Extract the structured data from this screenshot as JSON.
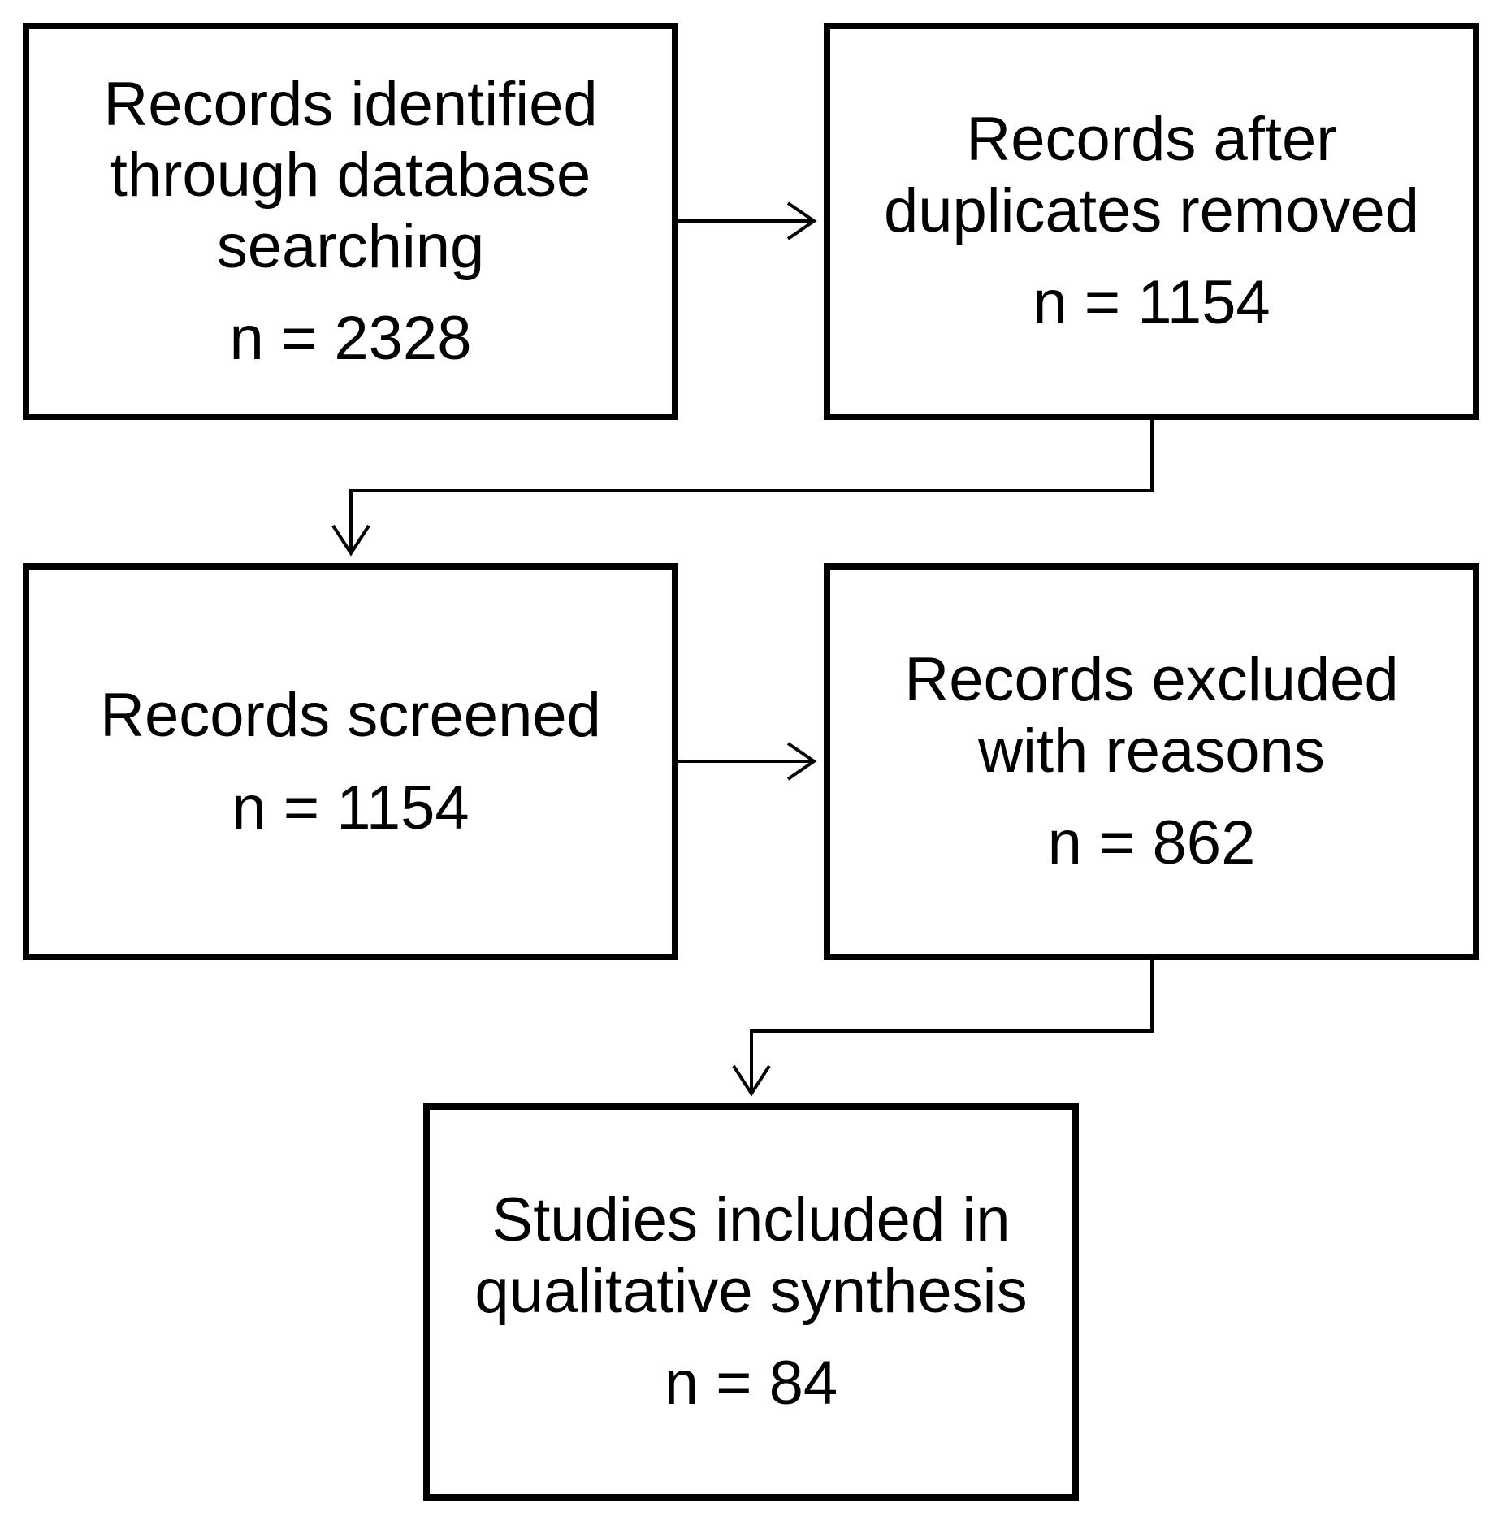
{
  "flow": {
    "identified": {
      "text": "Records identified\nthrough database\nsearching",
      "count": "n = 2328"
    },
    "dedup": {
      "text": "Records after\nduplicates removed",
      "count": "n = 1154"
    },
    "screened": {
      "text": "Records screened",
      "count": "n = 1154"
    },
    "excluded": {
      "text": "Records excluded\nwith reasons",
      "count": "n = 862"
    },
    "included": {
      "text": "Studies included in\nqualitative synthesis",
      "count": "n = 84"
    }
  }
}
